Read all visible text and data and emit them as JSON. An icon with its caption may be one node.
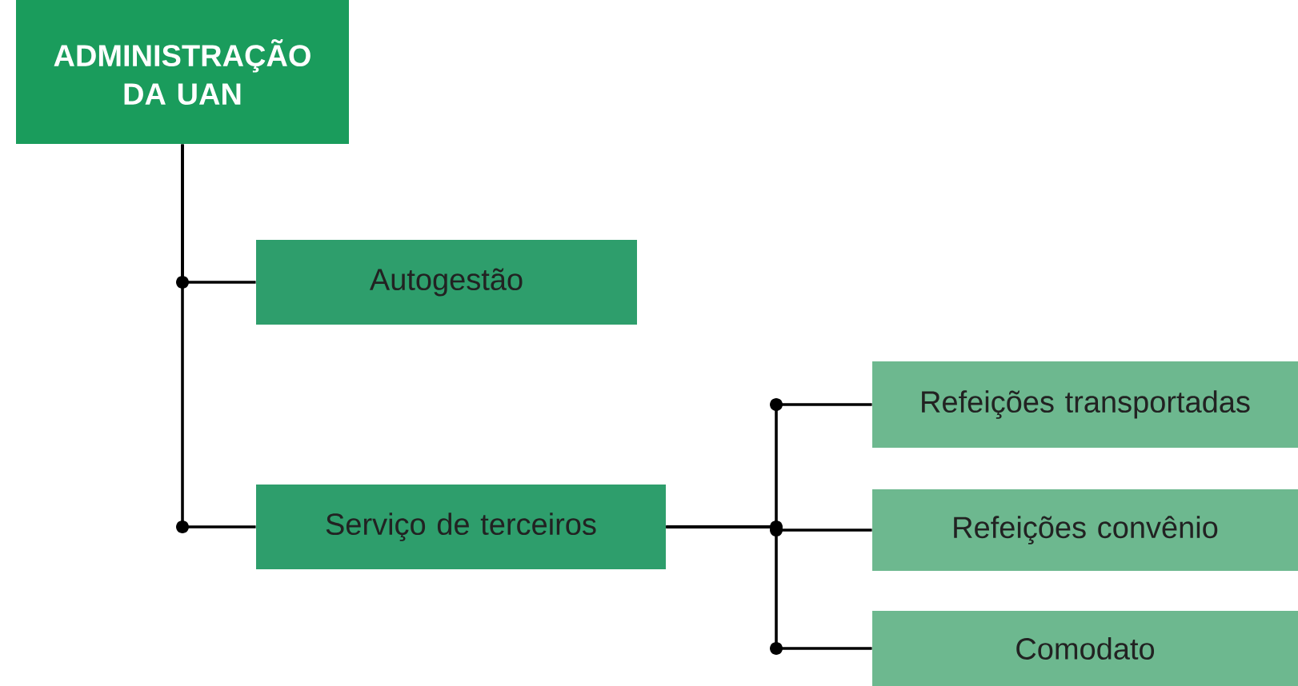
{
  "diagram": {
    "nodes": [
      {
        "text": [
          "ADMINISTRAÇÃO DA UAN"
        ]
      },
      {
        "text": [
          "Autogestão"
        ]
      },
      {
        "text": [
          "Serviço de terceiros"
        ]
      },
      {
        "text": [
          "Refeições transportadas"
        ]
      },
      {
        "text": [
          "Refeições convênio"
        ]
      },
      {
        "text": [
          "Comodato"
        ]
      }
    ],
    "edges": [
      {
        "from": 0,
        "to": 1,
        "arrow": "none"
      },
      {
        "from": 0,
        "to": 2,
        "arrow": "none"
      },
      {
        "from": 2,
        "to": 3,
        "arrow": "none"
      },
      {
        "from": 2,
        "to": 4,
        "arrow": "none"
      },
      {
        "from": 2,
        "to": 5,
        "arrow": "none"
      }
    ]
  }
}
